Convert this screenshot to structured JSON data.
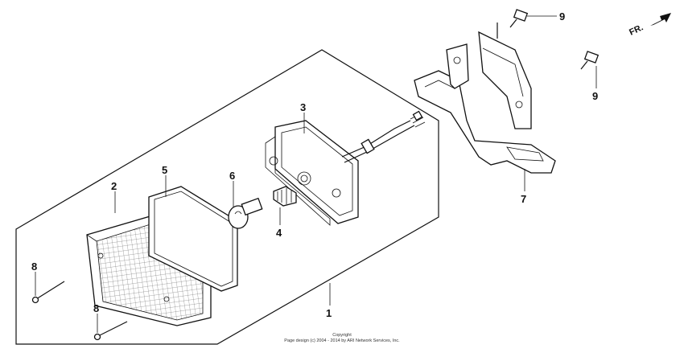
{
  "callouts": [
    {
      "id": "1",
      "text": "1"
    },
    {
      "id": "2",
      "text": "2"
    },
    {
      "id": "3",
      "text": "3"
    },
    {
      "id": "4",
      "text": "4"
    },
    {
      "id": "5",
      "text": "5"
    },
    {
      "id": "6",
      "text": "6"
    },
    {
      "id": "7",
      "text": "7"
    },
    {
      "id": "8a",
      "text": "8"
    },
    {
      "id": "8b",
      "text": "8"
    },
    {
      "id": "9a",
      "text": "9"
    },
    {
      "id": "9b",
      "text": "9"
    }
  ],
  "direction_label": "FR.",
  "copyright": {
    "line1": "Copyright",
    "line2": "Page design (c) 2004 - 2014 by ARI Network Services, Inc."
  }
}
